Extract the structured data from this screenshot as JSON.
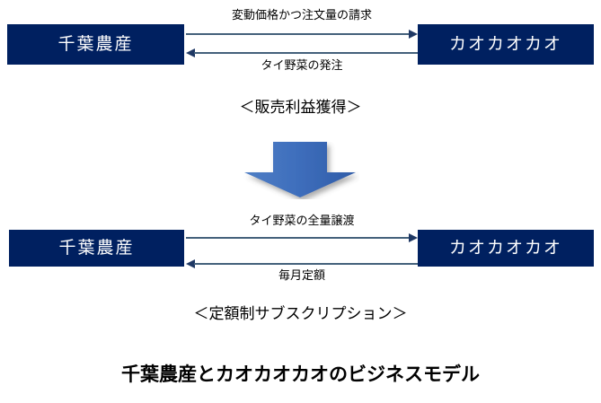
{
  "diagram": {
    "background_color": "#ffffff",
    "box_color": "#002060",
    "box_text_color": "#ffffff",
    "connector_color": "#44617b",
    "arrowhead_color": "#1f3864",
    "big_arrow_color_light": "#5b8bd0",
    "big_arrow_color_dark": "#2f5ca8"
  },
  "section_top": {
    "left_entity": "千葉農産",
    "right_entity": "カオカオカオ",
    "flow_to_right_label": "変動価格かつ注文量の請求",
    "flow_to_left_label": "タイ野菜の発注",
    "caption": "＜販売利益獲得＞"
  },
  "transition": {
    "icon": "down-arrow-icon"
  },
  "section_bottom": {
    "left_entity": "千葉農産",
    "right_entity": "カオカオカオ",
    "flow_to_right_label": "タイ野菜の全量譲渡",
    "flow_to_left_label": "毎月定額",
    "caption": "＜定額制サブスクリプション＞"
  },
  "title": "千葉農産とカオカオカオのビジネスモデル"
}
